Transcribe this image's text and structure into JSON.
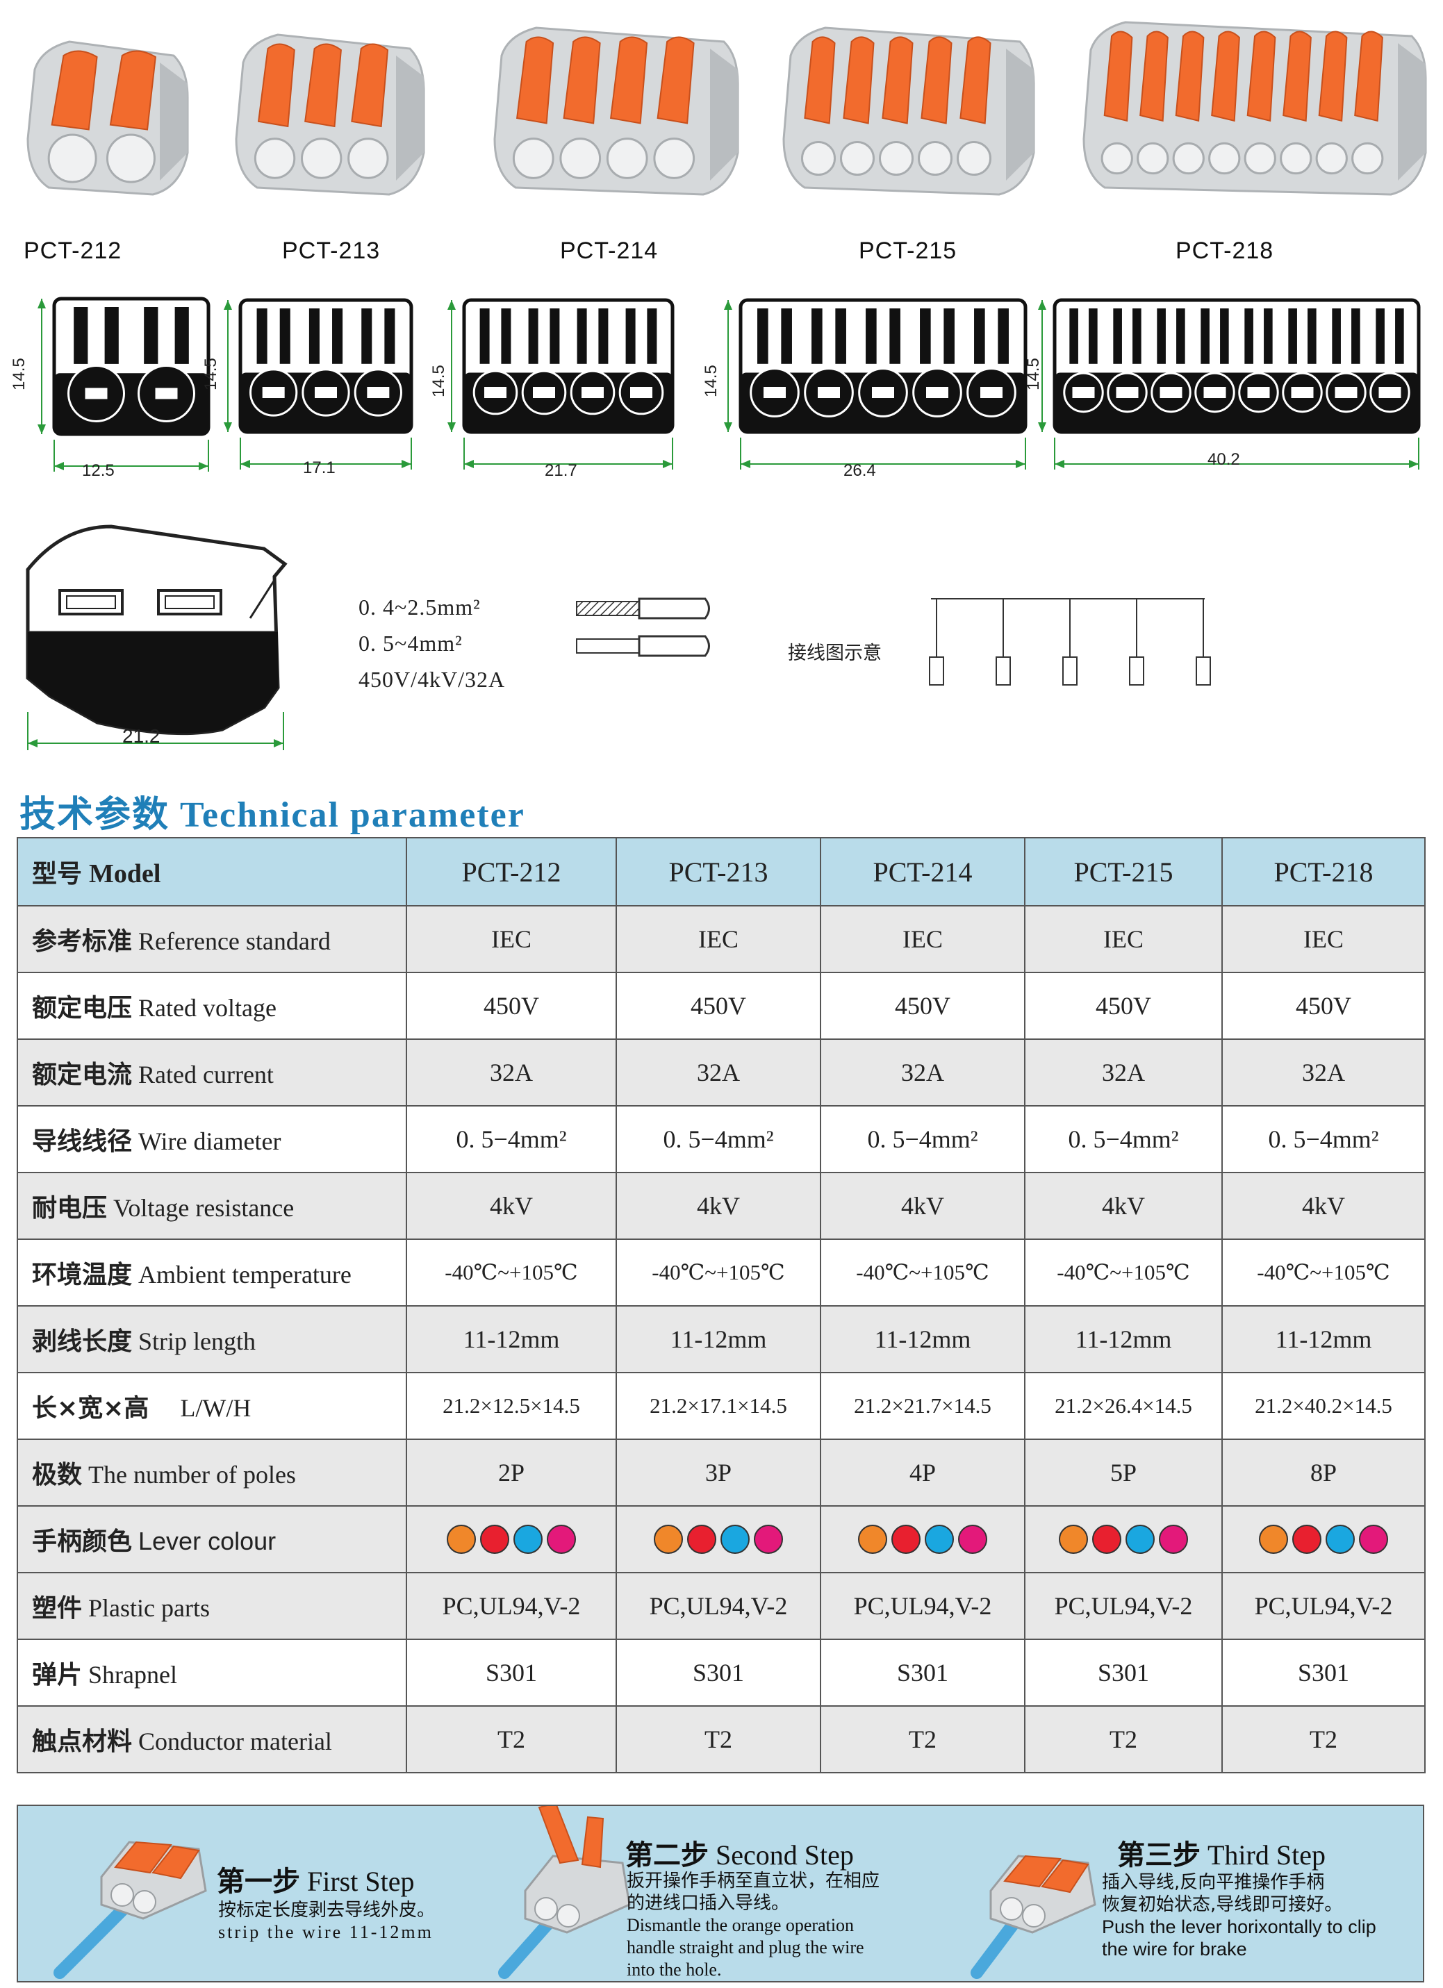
{
  "products": [
    "PCT-212",
    "PCT-213",
    "PCT-214",
    "PCT-215",
    "PCT-218"
  ],
  "poles": [
    2,
    3,
    4,
    5,
    8
  ],
  "dimensions": {
    "height": "14.5",
    "widths": [
      "12.5",
      "17.1",
      "21.7",
      "26.4",
      "40.2"
    ],
    "side_length": "21.2"
  },
  "specs_lines": [
    "0. 4~2.5mm²",
    "0. 5~4mm²",
    "450V/4kV/32A"
  ],
  "wiring_label": "接线图示意",
  "section_title": {
    "cn": "技术参数",
    "en": "Technical parameter"
  },
  "table": {
    "header": {
      "cn": "型号",
      "en": "Model"
    },
    "rows": [
      {
        "cn": "参考标准",
        "en": "Reference standard",
        "values": [
          "IEC",
          "IEC",
          "IEC",
          "IEC",
          "IEC"
        ]
      },
      {
        "cn": "额定电压",
        "en": "Rated voltage",
        "values": [
          "450V",
          "450V",
          "450V",
          "450V",
          "450V"
        ]
      },
      {
        "cn": "额定电流",
        "en": "Rated current",
        "values": [
          "32A",
          "32A",
          "32A",
          "32A",
          "32A"
        ]
      },
      {
        "cn": "导线线径",
        "en": "Wire diameter",
        "values": [
          "0. 5−4mm²",
          "0. 5−4mm²",
          "0. 5−4mm²",
          "0. 5−4mm²",
          "0. 5−4mm²"
        ]
      },
      {
        "cn": "耐电压",
        "en": "Voltage resistance",
        "values": [
          "4kV",
          "4kV",
          "4kV",
          "4kV",
          "4kV"
        ]
      },
      {
        "cn": "环境温度",
        "en": "Ambient temperature",
        "values": [
          "-40℃~+105℃",
          "-40℃~+105℃",
          "-40℃~+105℃",
          "-40℃~+105℃",
          "-40℃~+105℃"
        ]
      },
      {
        "cn": "剥线长度",
        "en": "Strip length",
        "values": [
          "11-12mm",
          "11-12mm",
          "11-12mm",
          "11-12mm",
          "11-12mm"
        ]
      },
      {
        "cn": "长×宽×高",
        "en": "L/W/H",
        "values": [
          "21.2×12.5×14.5",
          "21.2×17.1×14.5",
          "21.2×21.7×14.5",
          "21.2×26.4×14.5",
          "21.2×40.2×14.5"
        ]
      },
      {
        "cn": "极数",
        "en": "The number of poles",
        "values": [
          "2P",
          "3P",
          "4P",
          "5P",
          "8P"
        ]
      }
    ],
    "lever": {
      "cn": "手柄颜色",
      "en": "Lever colour",
      "colors": [
        "#f0872a",
        "#e8202f",
        "#1aa7e0",
        "#e3197a"
      ]
    },
    "rows2": [
      {
        "cn": "塑件",
        "en": "Plastic parts",
        "values": [
          "PC,UL94,V-2",
          "PC,UL94,V-2",
          "PC,UL94,V-2",
          "PC,UL94,V-2",
          "PC,UL94,V-2"
        ]
      },
      {
        "cn": "弹片",
        "en": "Shrapnel",
        "values": [
          "S301",
          "S301",
          "S301",
          "S301",
          "S301"
        ]
      },
      {
        "cn": "触点材料",
        "en": "Conductor material",
        "values": [
          "T2",
          "T2",
          "T2",
          "T2",
          "T2"
        ]
      }
    ]
  },
  "steps": [
    {
      "cn": "第一步",
      "en": "First Step",
      "lines_cn": [
        "按标定长度剥去导线外皮。"
      ],
      "lines_en": [
        "strip the wire 11-12mm"
      ]
    },
    {
      "cn": "第二步",
      "en": "Second Step",
      "lines_cn": [
        "扳开操作手柄至直立状，在相应",
        "的进线口插入导线。"
      ],
      "lines_en": [
        "Dismantle the orange operation",
        "handle straight and plug the wire",
        "into the hole."
      ]
    },
    {
      "cn": "第三步",
      "en": "Third Step",
      "lines_cn": [
        "插入导线,反向平推操作手柄",
        "恢复初始状态,导线即可接好。"
      ],
      "lines_en": [
        "Push the lever horixontally to clip",
        "the wire for brake"
      ]
    }
  ],
  "colors": {
    "accent": "#1f7fb8",
    "header_bg": "#b9dcea",
    "orange": "#f26b2d",
    "gray": "#d9dcde"
  }
}
